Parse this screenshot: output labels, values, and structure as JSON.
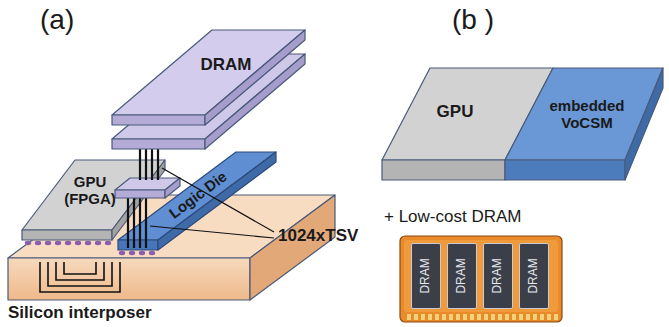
{
  "diagram": {
    "nodes": [
      {
        "text": [
          "Silicon interposer"
        ]
      },
      {
        "text": [
          "GPU (FPGA)"
        ]
      },
      {
        "text": [
          "Logic Die"
        ]
      },
      {
        "text": [
          "DRAM"
        ]
      },
      {
        "text": [
          "GPU"
        ]
      },
      {
        "text": [
          "embedded VoCSM"
        ]
      },
      {
        "text": [
          "DRAM"
        ]
      },
      {
        "text": [
          "DRAM"
        ]
      },
      {
        "text": [
          "DRAM"
        ]
      },
      {
        "text": [
          "DRAM"
        ]
      }
    ],
    "labels": [
      "(a)",
      "(b )",
      "1024xTSV",
      "+ Low-cost DRAM"
    ]
  }
}
